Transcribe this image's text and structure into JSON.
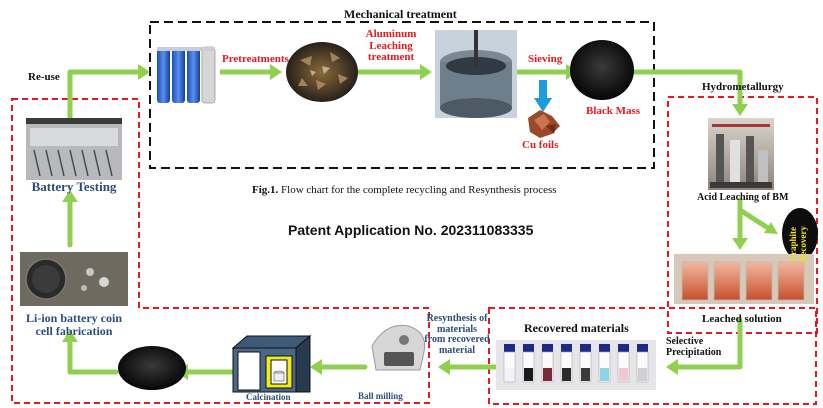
{
  "sections": {
    "mechanical_treatment": "Mechanical treatment",
    "hydrometallurgy": "Hydrometallurgy",
    "reuse": "Re-use"
  },
  "steps": {
    "pretreatments": "Pretreatments",
    "aluminum_leaching_line1": "Aluminum",
    "aluminum_leaching_line2": "Leaching",
    "aluminum_leaching_line3": "treatment",
    "sieving": "Sieving",
    "black_mass": "Black Mass",
    "cu_foils": "Cu foils",
    "acid_leaching": "Acid Leaching of BM",
    "graphite_line1": "Graphite",
    "graphite_line2": "Recovery",
    "leached_solution": "Leached solution",
    "selective_line1": "Selective",
    "selective_line2": "Precipitation",
    "recovered_materials": "Recovered materials",
    "resynthesis_line1": "Resynthesis of",
    "resynthesis_line2": "materials",
    "resynthesis_line3": "from recovered",
    "resynthesis_line4": "material",
    "ball_milling": "Ball milling",
    "calcination": "Calcination",
    "coin_cell_line1": "Li-ion battery coin",
    "coin_cell_line2": "cell  fabrication",
    "battery_testing": "Battery Testing"
  },
  "caption": {
    "fig": "Fig.1.",
    "text": " Flow chart for the complete recycling and  Resynthesis process"
  },
  "patent": "Patent Application No. 202311083335",
  "colors": {
    "arrow_green": "#8fd14f",
    "label_red": "#e8191e",
    "box_red": "#e8191e",
    "box_black": "#111111",
    "down_arrow_blue": "#1b9be0",
    "label_blue": "#2b4c7e",
    "graphite_yellow": "#f4e20c"
  }
}
